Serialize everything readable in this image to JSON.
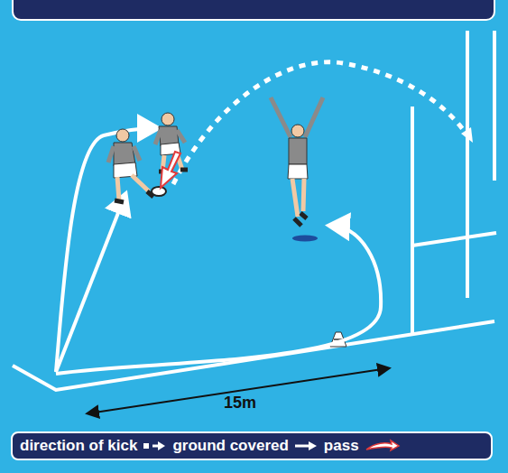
{
  "diagram": {
    "labels": [
      "15m"
    ],
    "legend": [
      {
        "text": "direction of kick"
      },
      {
        "text": "ground covered"
      },
      {
        "text": "pass"
      }
    ]
  }
}
